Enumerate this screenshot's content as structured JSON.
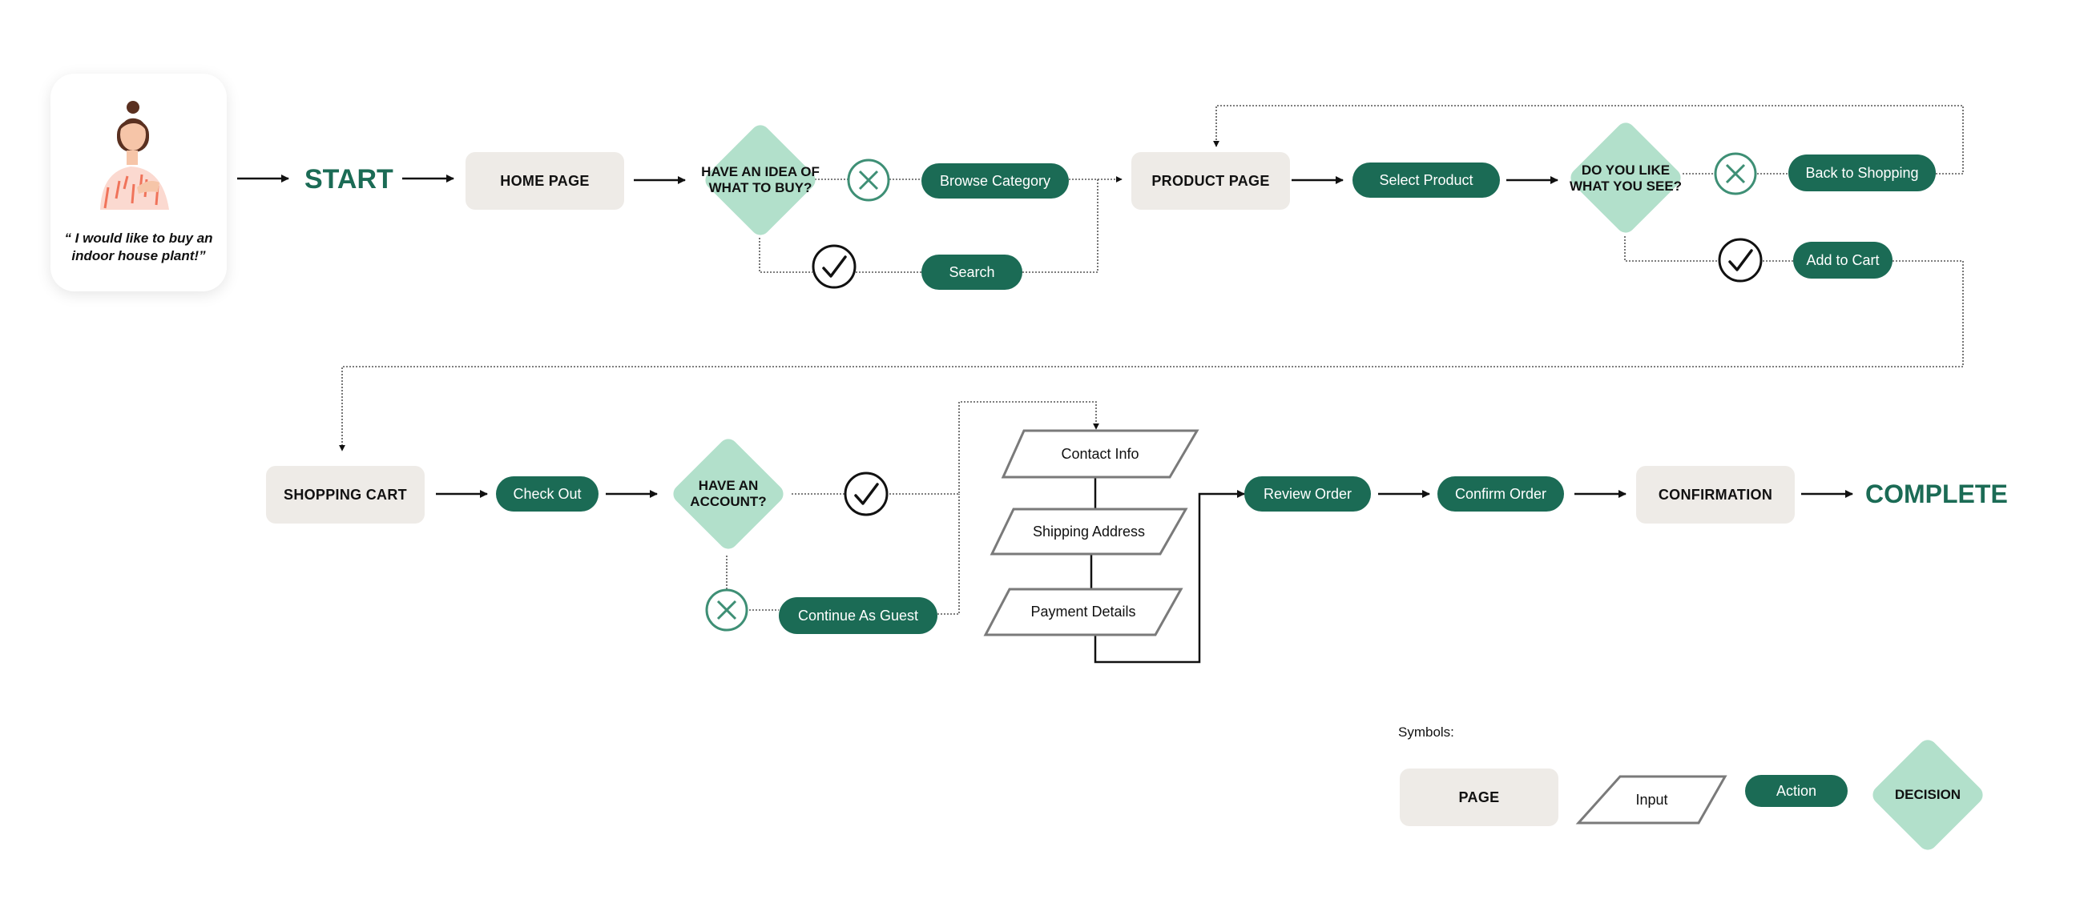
{
  "persona": {
    "quote": "“ I would like to buy an indoor house plant!”",
    "avatar_icon": "woman-avatar-icon"
  },
  "flow": {
    "start": "START",
    "complete": "COMPLETE",
    "pages": {
      "home": "HOME PAGE",
      "product": "PRODUCT PAGE",
      "cart": "SHOPPING CART",
      "confirmation": "CONFIRMATION"
    },
    "decisions": {
      "idea": "HAVE AN IDEA OF WHAT TO BUY?",
      "like": "DO YOU LIKE WHAT YOU SEE?",
      "account": "HAVE AN ACCOUNT?"
    },
    "actions": {
      "browse": "Browse Category",
      "search": "Search",
      "select_product": "Select Product",
      "back_to_shopping": "Back to Shopping",
      "add_to_cart": "Add to Cart",
      "check_out": "Check Out",
      "continue_guest": "Continue As Guest",
      "review_order": "Review Order",
      "confirm_order": "Confirm Order"
    },
    "inputs": {
      "contact": "Contact Info",
      "shipping": "Shipping Address",
      "payment": "Payment Details"
    }
  },
  "legend": {
    "title": "Symbols:",
    "page": "PAGE",
    "input": "Input",
    "action": "Action",
    "decision": "DECISION"
  },
  "icons": {
    "yes": "check-circle-icon",
    "no": "x-circle-icon"
  },
  "colors": {
    "action_green": "#1b6b55",
    "decision_mint": "#b2e0cb",
    "page_beige": "#eeebe7",
    "no_icon_green": "#3e8f75"
  }
}
